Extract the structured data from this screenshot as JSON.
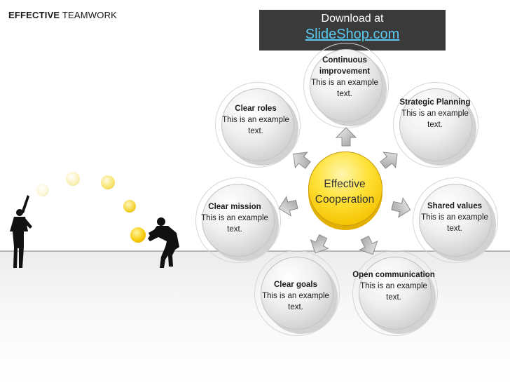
{
  "title": {
    "bold": "EFFECTIVE",
    "rest": " TEAMWORK"
  },
  "banner": {
    "line1": "Download at",
    "line2": "SlideShop.com"
  },
  "center": {
    "label": "Effective Cooperation",
    "color": "#ffd21f"
  },
  "nodes": [
    {
      "title": "Continuous improvement",
      "text": "This is an example text."
    },
    {
      "title": "Strategic Planning",
      "text": "This is an example text."
    },
    {
      "title": "Shared values",
      "text": "This is an example text."
    },
    {
      "title": "Open communication",
      "text": "This is an example text."
    },
    {
      "title": "Clear goals",
      "text": "This is an example text."
    },
    {
      "title": "Clear mission",
      "text": "This is an example text."
    },
    {
      "title": "Clear roles",
      "text": "This is an example text."
    }
  ],
  "icons": {
    "arrow": "arrow-icon",
    "ball": "ball-icon",
    "person": "person-silhouette-icon"
  }
}
